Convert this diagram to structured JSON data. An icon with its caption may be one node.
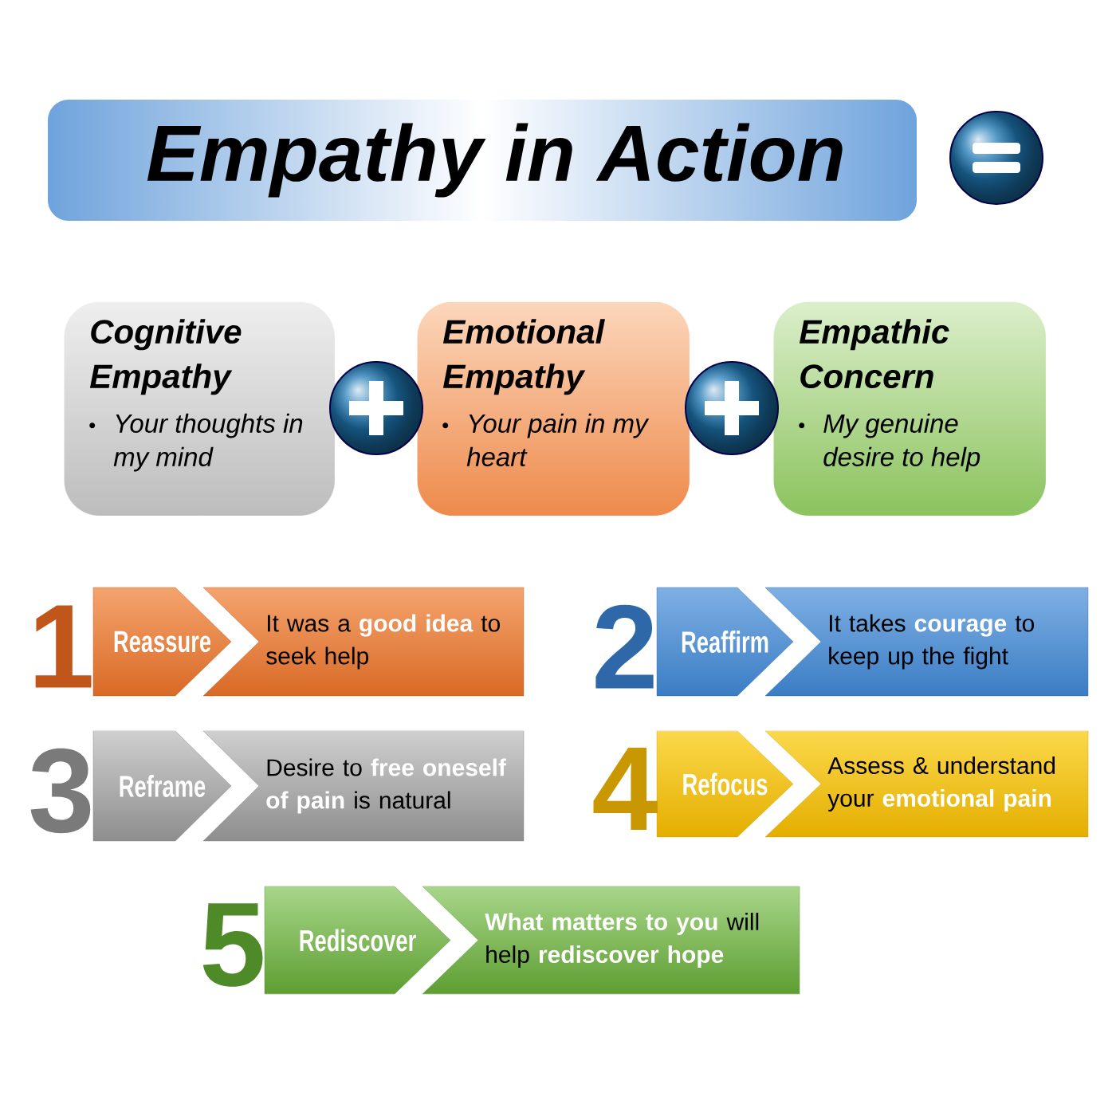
{
  "diagram": {
    "title": "Empathy in Action",
    "nodes": [
      {
        "text": [
          "Cognitive Empathy",
          "Your thoughts in my mind"
        ]
      },
      {
        "text": [
          "Emotional Empathy",
          "Your pain in my heart"
        ]
      },
      {
        "text": [
          "Empathic Concern",
          "My genuine desire to help"
        ]
      },
      {
        "text": [
          "1",
          "Reassure"
        ]
      },
      {
        "text": [
          "It was a **good idea** to seek help"
        ]
      },
      {
        "text": [
          "2",
          "Reaffirm"
        ]
      },
      {
        "text": [
          "It takes **courage** to keep up the fight"
        ]
      },
      {
        "text": [
          "3",
          "Reframe"
        ]
      },
      {
        "text": [
          "Desire to **free oneself of pain** is natural"
        ]
      },
      {
        "text": [
          "4",
          "Refocus"
        ]
      },
      {
        "text": [
          "Assess & understand your **emotional pain**"
        ]
      },
      {
        "text": [
          "5",
          "Rediscover"
        ]
      },
      {
        "text": [
          "**What matters to you** will help **rediscover hope**"
        ]
      }
    ]
  }
}
